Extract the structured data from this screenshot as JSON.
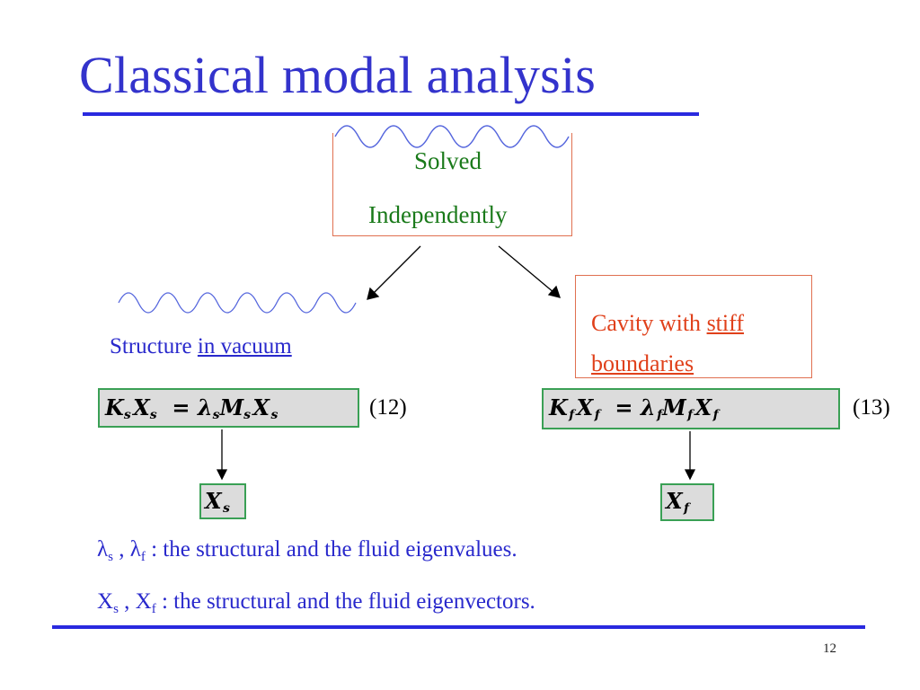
{
  "slide": {
    "title": "Classical modal analysis",
    "page_number": "12"
  },
  "center_box": {
    "line1": "Solved",
    "line2": "Independently"
  },
  "structure": {
    "label": "Structure ",
    "label_underlined": "in vacuum",
    "equation": "K_s X_s = λ_s M_s X_s",
    "equation_number": "(12)",
    "result": "X_s"
  },
  "fluid": {
    "label": "Cavity with ",
    "label_underlined_1": "stiff",
    "label_underlined_2": "boundaries",
    "equation": "K_f X_f = λ_f M_f X_f",
    "equation_number": "(13)",
    "result": "X_f"
  },
  "legend": {
    "line1_symbols": {
      "a": "λ",
      "a_sub": "s",
      "sep": " , ",
      "b": "λ",
      "b_sub": "f"
    },
    "line1_text": " : the structural and the fluid eigenvalues.",
    "line2_symbols": {
      "a": "X",
      "a_sub": "s",
      "sep": " , ",
      "b": "X",
      "b_sub": "f"
    },
    "line2_text": " : the structural and the fluid eigenvectors."
  },
  "colors": {
    "title": "#3333cc",
    "rule": "#2a2adf",
    "green": "#1a7a1a",
    "orange": "#e0401a",
    "blue_text": "#2929cc",
    "wave": "#5566dd",
    "box_border": "#e07050",
    "eq_border": "#3aa055",
    "eq_fill": "#dcdcdc"
  }
}
